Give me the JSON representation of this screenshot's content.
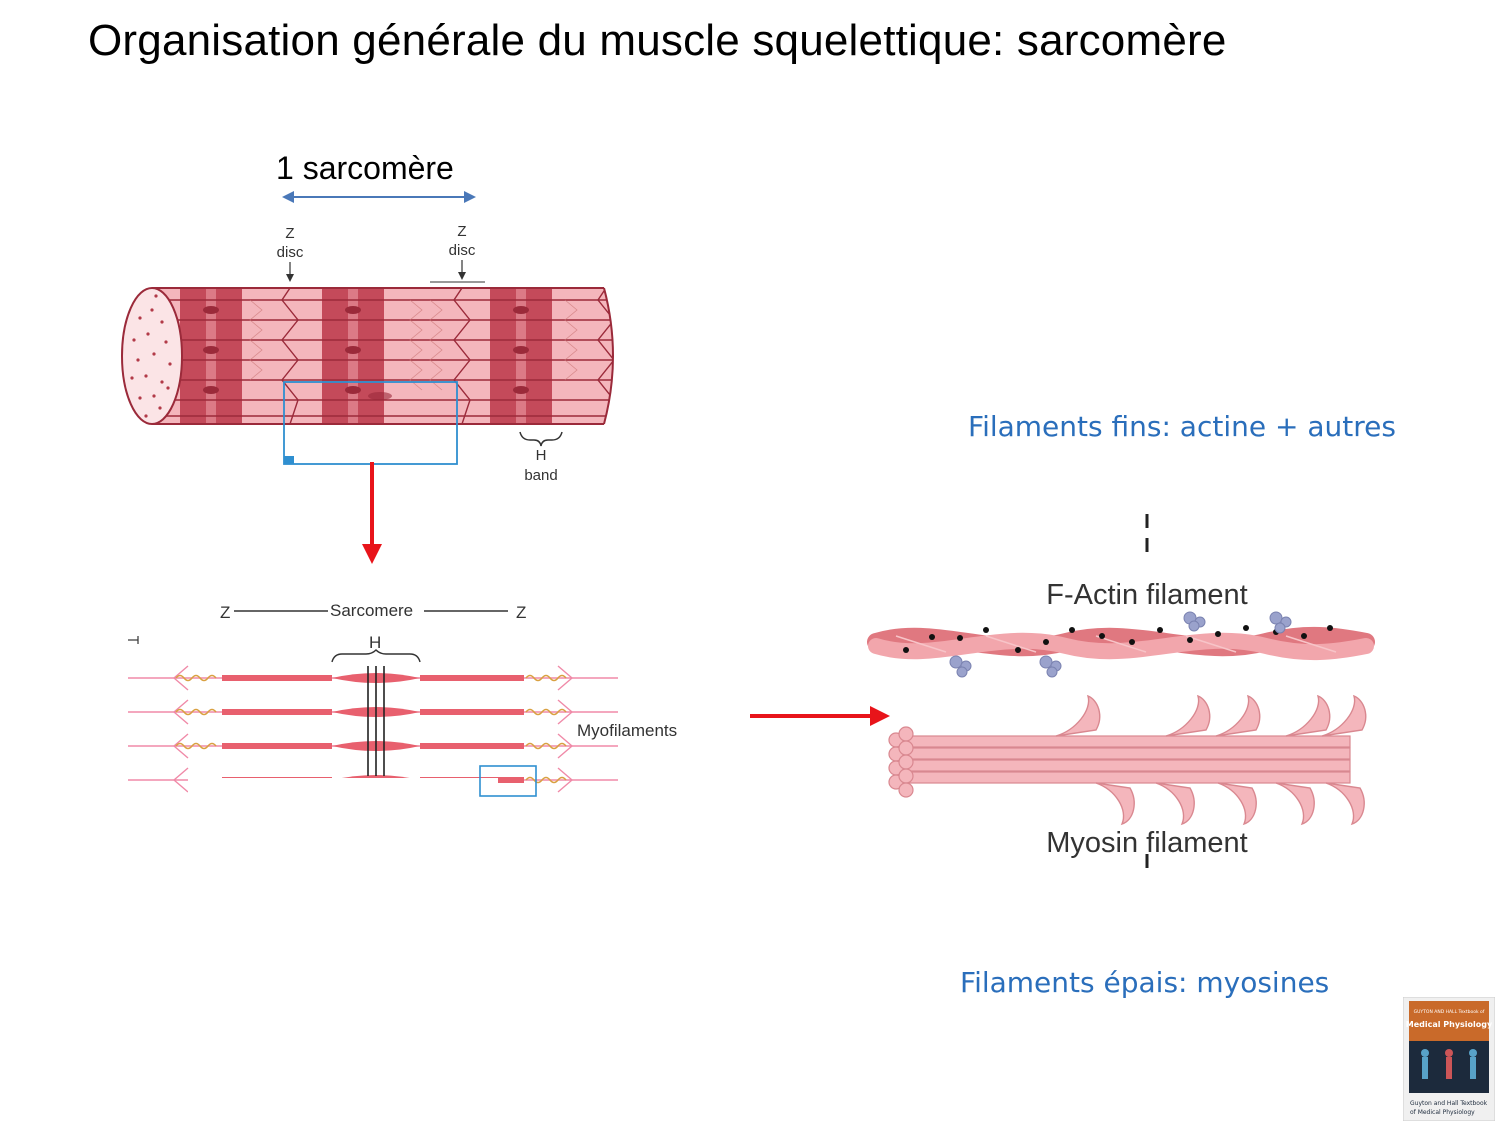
{
  "slide": {
    "title": "Organisation générale du muscle squelettique: sarcomère",
    "sarcomere_label": "1 sarcomère",
    "thin_caption": "Filaments fins: actine + autres",
    "thick_caption": "Filaments épais: myosines"
  },
  "fiber": {
    "z_disc_left": [
      "Z",
      "disc"
    ],
    "z_disc_right": [
      "Z",
      "disc"
    ],
    "h_band": [
      "H",
      "band"
    ]
  },
  "myofibril": {
    "z_left": "Z",
    "sarcomere": "Sarcomere",
    "z_right": "Z",
    "h": "H",
    "myofilaments": "Myofilaments"
  },
  "filaments": {
    "actin": "F-Actin filament",
    "myosin": "Myosin filament"
  },
  "book": {
    "top_line": "GUYTON AND HALL Textbook of",
    "title": "Medical Physiology",
    "bottom_line1": "Guyton and Hall Textbook",
    "bottom_line2": "of Medical Physiology"
  },
  "colors": {
    "caption_blue": "#2a6ebb",
    "arrow_red": "#e8141a",
    "muscle_dark": "#b83a4a",
    "muscle_light": "#f4b6bc",
    "selection_blue": "#2f8fd0"
  }
}
